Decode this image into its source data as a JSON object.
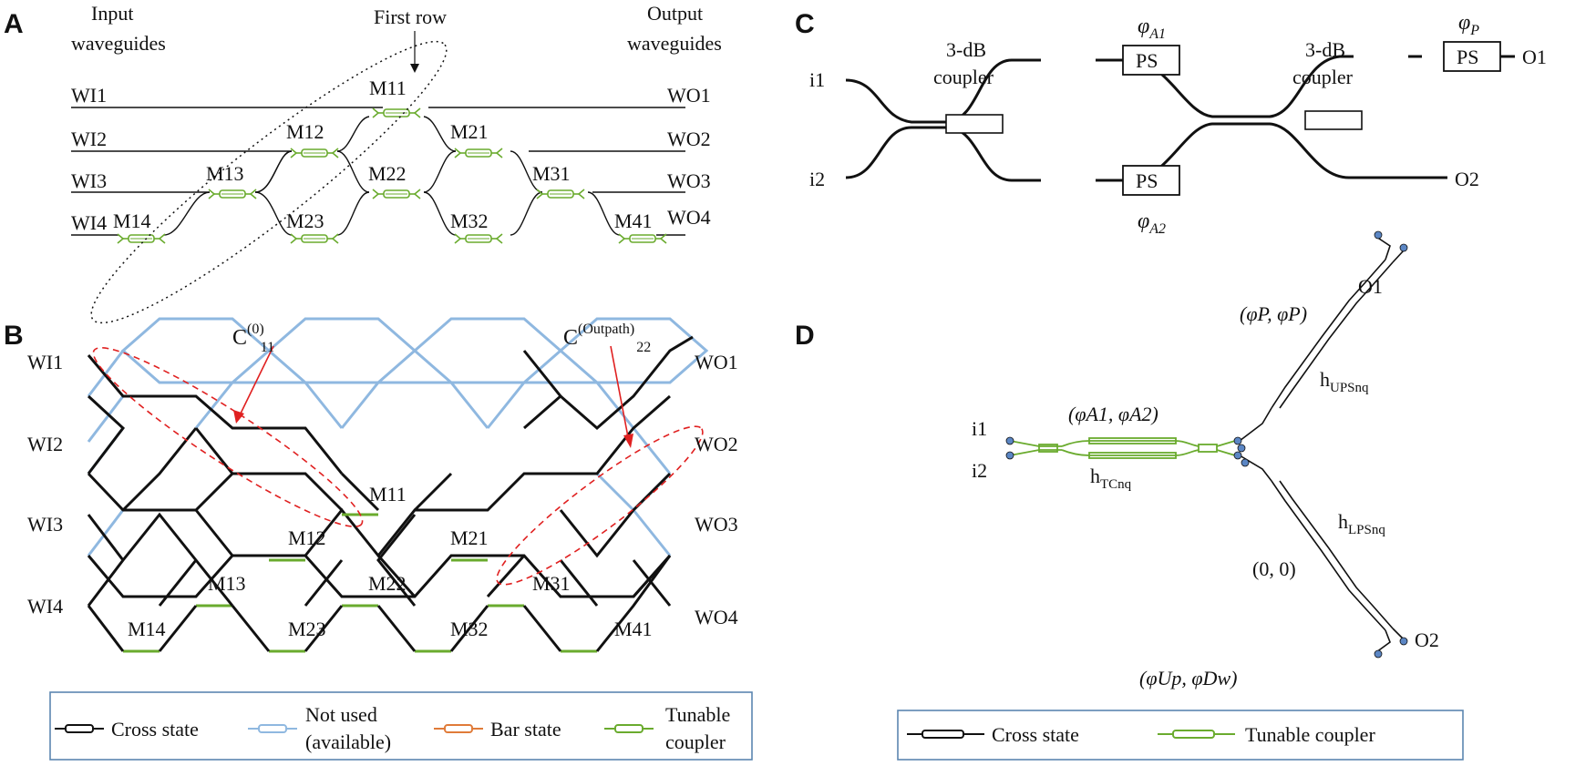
{
  "panels": {
    "a": "A",
    "b": "B",
    "c": "C",
    "d": "D"
  },
  "panelA": {
    "input_heading_1": "Input",
    "input_heading_2": "waveguides",
    "first_row": "First row",
    "output_heading_1": "Output",
    "output_heading_2": "waveguides",
    "inputs": [
      "WI1",
      "WI2",
      "WI3",
      "WI4"
    ],
    "outputs": [
      "WO1",
      "WO2",
      "WO3",
      "WO4"
    ],
    "mzis": [
      "M11",
      "M12",
      "M21",
      "M13",
      "M22",
      "M31",
      "M14",
      "M23",
      "M32",
      "M41"
    ]
  },
  "panelB": {
    "inputs": [
      "WI1",
      "WI2",
      "WI3",
      "WI4"
    ],
    "outputs": [
      "WO1",
      "WO2",
      "WO3",
      "WO4"
    ],
    "c0_base": "C",
    "c0_sup": "(0)",
    "c0_sub": "11",
    "cout_base": "C",
    "cout_sup": "(Outpath)",
    "cout_sub": "22",
    "mzis": [
      "M11",
      "M12",
      "M21",
      "M13",
      "M22",
      "M31",
      "M14",
      "M23",
      "M32",
      "M41"
    ]
  },
  "legendB": {
    "cross": "Cross state",
    "notused_1": "Not used",
    "notused_2": "(available)",
    "bar": "Bar state",
    "tunable_1": "Tunable",
    "tunable_2": "coupler"
  },
  "panelC": {
    "i1": "i1",
    "i2": "i2",
    "o1": "O1",
    "o2": "O2",
    "coupler1_1": "3-dB",
    "coupler1_2": "coupler",
    "coupler2_1": "3-dB",
    "coupler2_2": "coupler",
    "ps": "PS",
    "phiA1_base": "φ",
    "phiA1_sub": "A1",
    "phiA2_base": "φ",
    "phiA2_sub": "A2",
    "phiP_base": "φ",
    "phiP_sub": "P"
  },
  "panelD": {
    "i1": "i1",
    "i2": "i2",
    "o1": "O1",
    "o2": "O2",
    "phiPP": "(φP, φP)",
    "phiA": "(φA1, φA2)",
    "h_ups_base": "h",
    "h_ups_sub": "UPSnq",
    "h_tc_base": "h",
    "h_tc_sub": "TCnq",
    "h_lps_base": "h",
    "h_lps_sub": "LPSnq",
    "zero": "(0, 0)",
    "phiUpDw": "(φUp, φDw)"
  },
  "legendD": {
    "cross": "Cross state",
    "tunable": "Tunable coupler"
  },
  "colors": {
    "tunable": "#6aab2e",
    "not_used": "#8fb8e0",
    "bar": "#e07b39",
    "cross": "#111111",
    "annotation": "#e02020",
    "legend_border": "#5b86b0",
    "node": "#5b86c4"
  }
}
